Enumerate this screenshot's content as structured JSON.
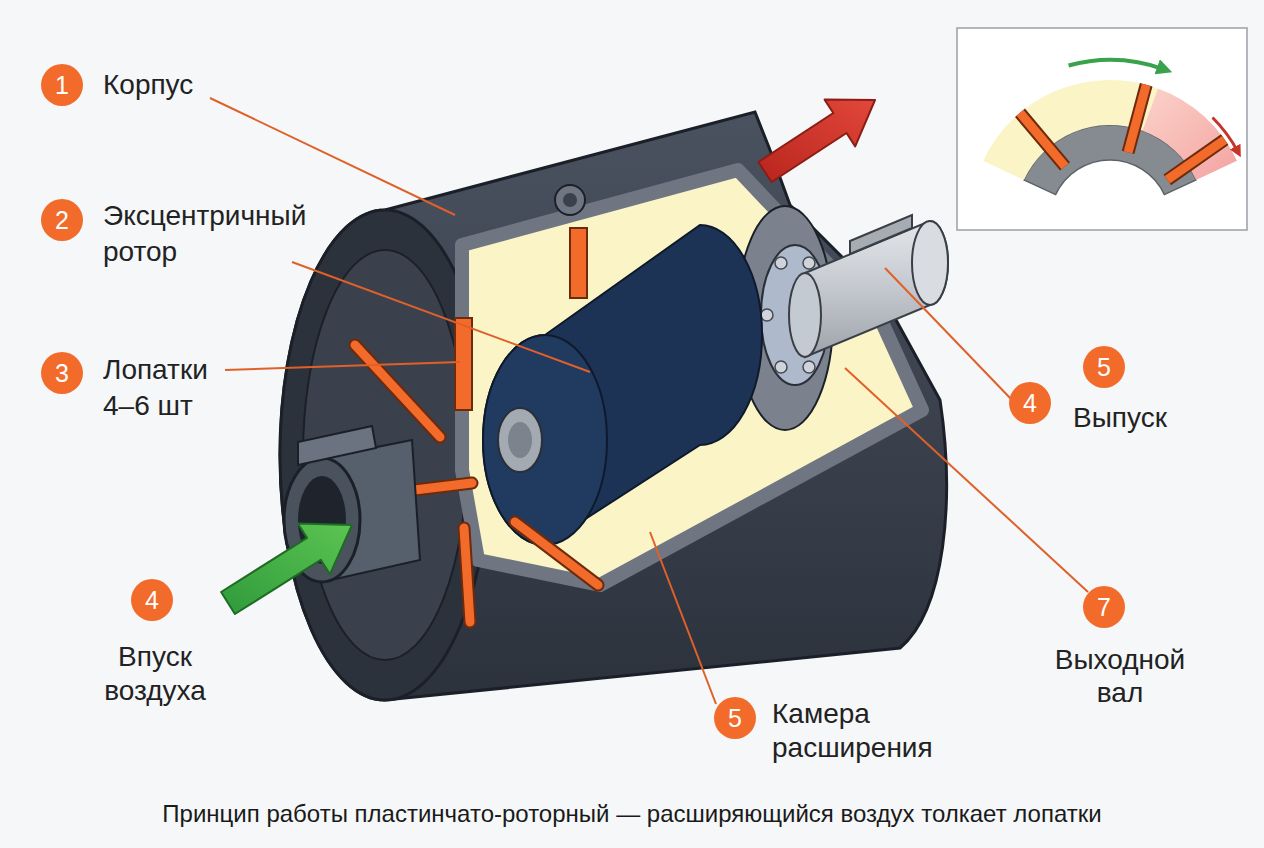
{
  "diagram": {
    "caption": "Принцип работы пластинчато-роторный — расширяющийся воздух толкает лопатки",
    "nodes": [
      {
        "text": [
          "1",
          "Корпус"
        ]
      },
      {
        "text": [
          "2",
          "Эксцентричный ротор"
        ]
      },
      {
        "text": [
          "3",
          "Лопатки 4–6 шт"
        ]
      },
      {
        "text": [
          "5",
          "Выпуск"
        ]
      },
      {
        "text": [
          "4"
        ]
      },
      {
        "text": [
          "4",
          "Впуск воздуха"
        ]
      },
      {
        "text": [
          "7",
          "Выходной вал"
        ]
      },
      {
        "text": [
          "5",
          "Камера расширения"
        ]
      }
    ]
  }
}
